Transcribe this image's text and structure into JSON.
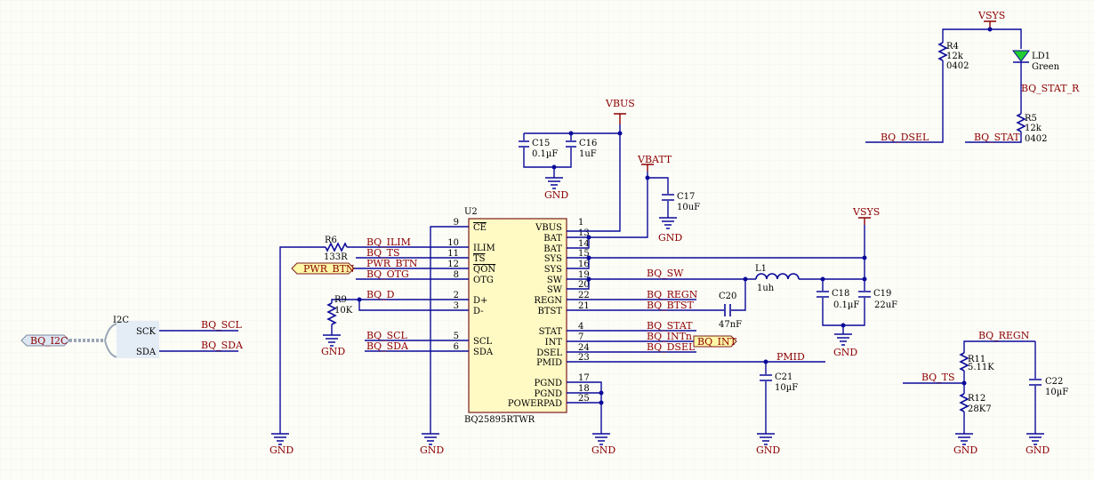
{
  "ic": {
    "designator": "U2",
    "part": "BQ25895RTWR",
    "left_pins": [
      {
        "num": "9",
        "name": "CE",
        "y": 0
      },
      {
        "num": "10",
        "name": "ILIM"
      },
      {
        "num": "11",
        "name": "TS"
      },
      {
        "num": "12",
        "name": "QON"
      },
      {
        "num": "8",
        "name": "OTG"
      },
      {
        "num": "2",
        "name": "D+"
      },
      {
        "num": "3",
        "name": "D-"
      },
      {
        "num": "5",
        "name": "SCL"
      },
      {
        "num": "6",
        "name": "SDA"
      }
    ],
    "right_pins": [
      {
        "num": "1",
        "name": "VBUS"
      },
      {
        "num": "13",
        "name": "BAT"
      },
      {
        "num": "14",
        "name": "BAT"
      },
      {
        "num": "15",
        "name": "SYS"
      },
      {
        "num": "16",
        "name": "SYS"
      },
      {
        "num": "19",
        "name": "SW"
      },
      {
        "num": "20",
        "name": "SW"
      },
      {
        "num": "22",
        "name": "REGN"
      },
      {
        "num": "21",
        "name": "BTST"
      },
      {
        "num": "4",
        "name": "STAT"
      },
      {
        "num": "7",
        "name": "INT"
      },
      {
        "num": "24",
        "name": "DSEL"
      },
      {
        "num": "23",
        "name": "PMID"
      },
      {
        "num": "17",
        "name": "PGND"
      },
      {
        "num": "18",
        "name": "PGND"
      },
      {
        "num": "25",
        "name": "POWERPAD"
      }
    ]
  },
  "components": {
    "R4": {
      "designator": "R4",
      "value": "12k",
      "package": "0402"
    },
    "R5": {
      "designator": "R5",
      "value": "12k",
      "package": "0402"
    },
    "R6": {
      "designator": "R6",
      "value": "133R"
    },
    "R9": {
      "designator": "R9",
      "value": "10K"
    },
    "R11": {
      "designator": "R11",
      "value": "5.11K"
    },
    "R12": {
      "designator": "R12",
      "value": "28K7"
    },
    "LD1": {
      "designator": "LD1",
      "value": "Green"
    },
    "L1": {
      "designator": "L1",
      "value": "1uh"
    },
    "C15": {
      "designator": "C15",
      "value": "0.1µF"
    },
    "C16": {
      "designator": "C16",
      "value": "1uF"
    },
    "C17": {
      "designator": "C17",
      "value": "10uF"
    },
    "C18": {
      "designator": "C18",
      "value": "0.1µF"
    },
    "C19": {
      "designator": "C19",
      "value": "22uF"
    },
    "C20": {
      "designator": "C20",
      "value": "47nF"
    },
    "C21": {
      "designator": "C21",
      "value": "10µF"
    },
    "C22": {
      "designator": "C22",
      "value": "10µF"
    }
  },
  "nets": {
    "vsys": "VSYS",
    "vbus": "VBUS",
    "vbatt": "VBATT",
    "gnd": "GND",
    "bq_ilim": "BQ_ILIM",
    "bq_ts": "BQ_TS",
    "pwr_btn": "PWR_BTN",
    "bq_otg": "BQ_OTG",
    "bq_d": "BQ_D",
    "bq_scl": "BQ_SCL",
    "bq_sda": "BQ_SDA",
    "bq_sw": "BQ_SW",
    "bq_regn": "BQ_REGN",
    "bq_btst": "BQ_BTST",
    "bq_stat": "BQ_STAT",
    "bq_intn": "BQ_INTn",
    "bq_int": "BQ_INT",
    "bq_dsel": "BQ_DSEL",
    "pmid": "PMID",
    "bq_stat_r": "BQ_STAT_R",
    "bq_i2c": "BQ_I2C"
  },
  "harness": {
    "name": "I2C",
    "entries": [
      "SCK",
      "SDA"
    ]
  }
}
